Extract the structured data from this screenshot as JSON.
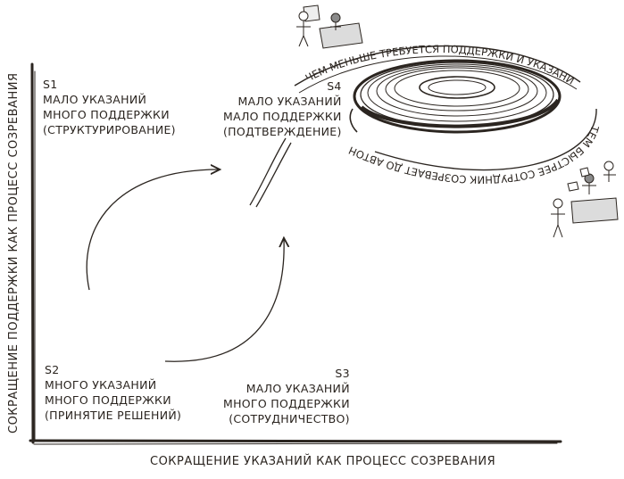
{
  "quadrants": {
    "s1": {
      "code": "S1",
      "line1": "МАЛО УКАЗАНИЙ",
      "line2": "МНОГО ПОДДЕРЖКИ",
      "line3": "(СТРУКТУРИРОВАНИЕ)"
    },
    "s4": {
      "code": "S4",
      "line1": "МАЛО УКАЗАНИЙ",
      "line2": "МАЛО ПОДДЕРЖКИ",
      "line3": "(ПОДТВЕРЖДЕНИЕ)"
    },
    "s2": {
      "code": "S2",
      "line1": "МНОГО УКАЗАНИЙ",
      "line2": "МНОГО ПОДДЕРЖКИ",
      "line3": "(ПРИНЯТИЕ РЕШЕНИЙ)"
    },
    "s3": {
      "code": "S3",
      "line1": "МАЛО УКАЗАНИЙ",
      "line2": "МНОГО ПОДДЕРЖКИ",
      "line3": "(СОТРУДНИЧЕСТВО)"
    }
  },
  "axes": {
    "x_label": "СОКРАЩЕНИЕ УКАЗАНИЙ КАК ПРОЦЕСС СОЗРЕВАНИЯ",
    "y_label": "СОКРАЩЕНИЕ ПОДДЕРЖКИ КАК ПРОЦЕСС СОЗРЕВАНИЯ"
  },
  "spiral": {
    "outer_text": "ЧЕМ МЕНЬШЕ ТРЕБУЕТСЯ ПОДДЕРЖКИ И УКАЗАНИЙ,",
    "inner_text": "ТЕМ БЫСТРЕЕ СОТРУДНИК СОЗРЕВАЕТ ДО АВТОНОМИИ"
  },
  "colors": {
    "ink": "#2b2520",
    "paper": "#ffffff"
  }
}
